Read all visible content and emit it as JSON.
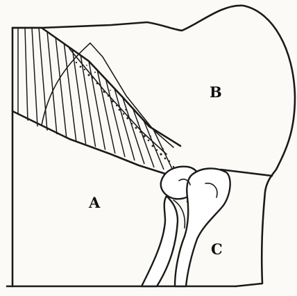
{
  "figure": {
    "labels": {
      "a": "A",
      "b": "B",
      "c": "C"
    },
    "colors": {
      "ink": "#1a1a1a",
      "paper": "#fbfaf7"
    }
  }
}
